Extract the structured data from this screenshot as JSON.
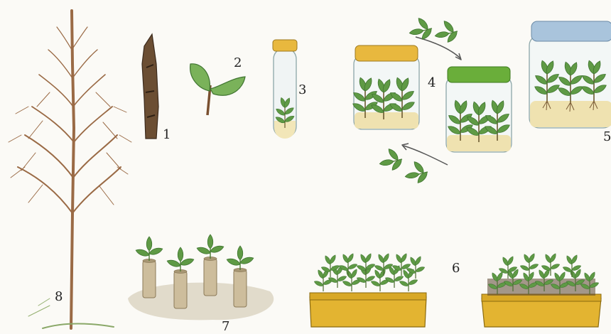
{
  "labels": {
    "step1": "1",
    "step2": "2",
    "step3": "3",
    "step4": "4",
    "step5": "5",
    "step6": "6",
    "step7": "7",
    "step8": "8"
  },
  "colors": {
    "leaf": "#5f9a45",
    "leaf_dark": "#3f7430",
    "branch": "#9a6a45",
    "jar_cap_yellow": "#e8b83e",
    "jar_cap_green": "#6aae3a",
    "jar_cap_blue": "#a9c4dc",
    "medium": "#efe2b0",
    "tray": "#e3b431",
    "tube": "#cdbd9c"
  }
}
